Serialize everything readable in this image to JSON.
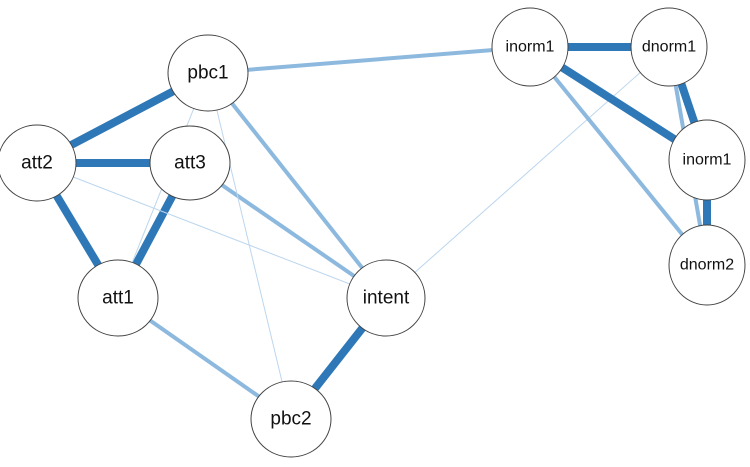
{
  "colors": {
    "strong": "#2e78b7",
    "medium": "#4f8fc6",
    "weak": "#8db9df",
    "faint": "#bcd6ee"
  },
  "nodes": [
    {
      "id": "pbc1",
      "label": "pbc1"
    },
    {
      "id": "att2",
      "label": "att2"
    },
    {
      "id": "att3",
      "label": "att3"
    },
    {
      "id": "att1",
      "label": "att1"
    },
    {
      "id": "intent",
      "label": "intent"
    },
    {
      "id": "pbc2",
      "label": "pbc2"
    },
    {
      "id": "inorm1a",
      "label": "inorm1"
    },
    {
      "id": "dnorm1",
      "label": "dnorm1"
    },
    {
      "id": "inorm1b",
      "label": "inorm1"
    },
    {
      "id": "dnorm2",
      "label": "dnorm2"
    }
  ],
  "edges": [
    {
      "from": "att2",
      "to": "att3",
      "strength": "strong"
    },
    {
      "from": "att2",
      "to": "att1",
      "strength": "strong"
    },
    {
      "from": "att2",
      "to": "pbc1",
      "strength": "strong"
    },
    {
      "from": "att3",
      "to": "att1",
      "strength": "strong"
    },
    {
      "from": "intent",
      "to": "pbc2",
      "strength": "strong"
    },
    {
      "from": "pbc1",
      "to": "intent",
      "strength": "weak"
    },
    {
      "from": "att3",
      "to": "intent",
      "strength": "weak"
    },
    {
      "from": "att1",
      "to": "pbc2",
      "strength": "weak"
    },
    {
      "from": "pbc1",
      "to": "inorm1a",
      "strength": "weak"
    },
    {
      "from": "pbc1",
      "to": "att1",
      "strength": "faint"
    },
    {
      "from": "pbc1",
      "to": "pbc2",
      "strength": "faint"
    },
    {
      "from": "att2",
      "to": "intent",
      "strength": "faint"
    },
    {
      "from": "intent",
      "to": "dnorm1",
      "strength": "faint"
    },
    {
      "from": "inorm1a",
      "to": "dnorm1",
      "strength": "strong"
    },
    {
      "from": "inorm1a",
      "to": "inorm1b",
      "strength": "strong"
    },
    {
      "from": "dnorm1",
      "to": "inorm1b",
      "strength": "strong"
    },
    {
      "from": "inorm1b",
      "to": "dnorm2",
      "strength": "strong"
    },
    {
      "from": "inorm1a",
      "to": "dnorm2",
      "strength": "weak"
    },
    {
      "from": "dnorm1",
      "to": "dnorm2",
      "strength": "weak"
    }
  ]
}
